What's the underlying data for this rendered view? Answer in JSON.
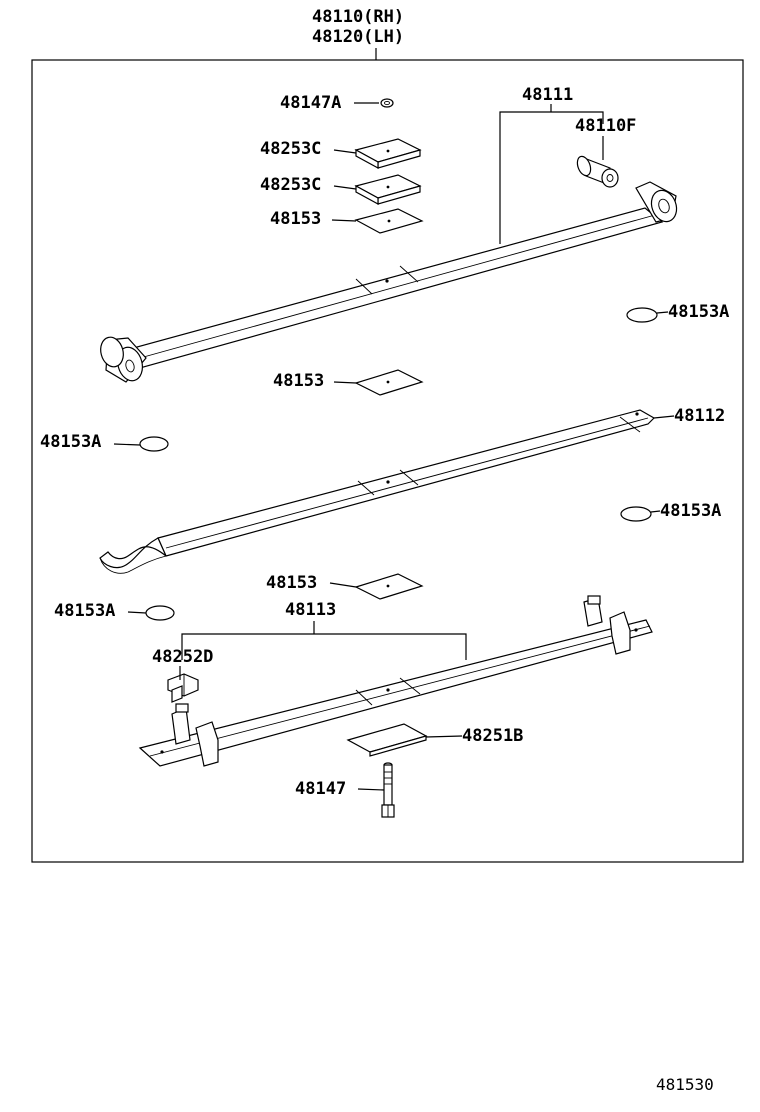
{
  "title": {
    "line1": "48110(RH)",
    "line2": "48120(LH)"
  },
  "labels": {
    "p48147A": "48147A",
    "p48253C_1": "48253C",
    "p48253C_2": "48253C",
    "p48153_top": "48153",
    "p48111": "48111",
    "p48110F": "48110F",
    "p48153A_right1": "48153A",
    "p48153_mid": "48153",
    "p48112": "48112",
    "p48153A_left1": "48153A",
    "p48153A_right2": "48153A",
    "p48153_low": "48153",
    "p48153A_left2": "48153A",
    "p48113": "48113",
    "p48252D": "48252D",
    "p48251B": "48251B",
    "p48147": "48147"
  },
  "figure_code": "481530",
  "colors": {
    "line": "#000000",
    "background": "#ffffff"
  }
}
